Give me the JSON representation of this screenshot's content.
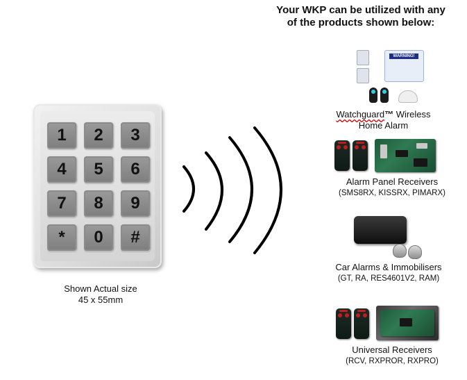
{
  "header": {
    "line1": "Your WKP can be utilized with any",
    "line2": "of the products shown below:"
  },
  "keypad": {
    "keys": [
      "1",
      "2",
      "3",
      "4",
      "5",
      "6",
      "7",
      "8",
      "9",
      "*",
      "0",
      "#"
    ],
    "caption_line1": "Shown Actual size",
    "caption_line2": "45 x 55mm"
  },
  "products": [
    {
      "title_brand": "Watchguard",
      "title_tm": "™",
      "title_rest": " Wireless",
      "line2": "Home Alarm",
      "alarm_text": "WARNING!"
    },
    {
      "line1": "Alarm Panel Receivers",
      "line2": "(SMS8RX, KISSRX, PIMARX)"
    },
    {
      "line1": "Car Alarms & Immobilisers",
      "line2": "(GT, RA, RES4601V2, RAM)"
    },
    {
      "line1": "Universal Receivers",
      "line2": "(RCV, RXPROR, RXPRO)"
    }
  ],
  "colors": {
    "key_gray": "#8a8a8a",
    "board_green": "#2f7a52",
    "fob_red": "#c21d1d",
    "spellcheck_red": "#d00000"
  },
  "icons": [
    "keypad-icon",
    "wireless-waves-icon",
    "alarm-kit-icon",
    "remote-fob-icon",
    "receiver-board-icon",
    "car-alarm-unit-icon"
  ]
}
